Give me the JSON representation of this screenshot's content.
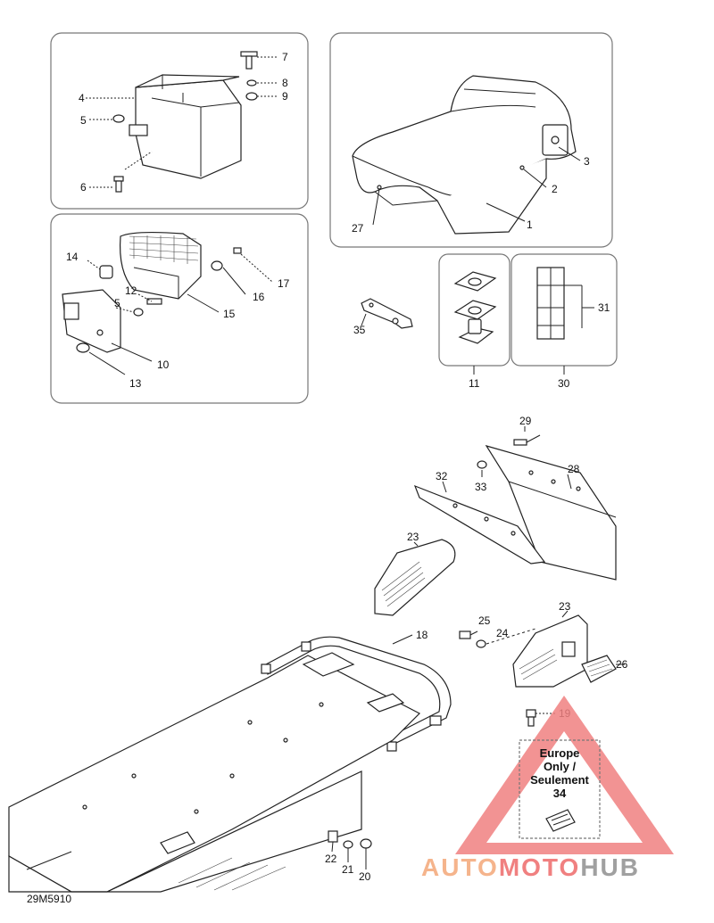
{
  "callouts": {
    "c1": "1",
    "c2": "2",
    "c3": "3",
    "c4": "4",
    "c5a": "5",
    "c5b": "5",
    "c6": "6",
    "c7": "7",
    "c8": "8",
    "c9": "9",
    "c10": "10",
    "c11": "11",
    "c12": "12",
    "c13": "13",
    "c14": "14",
    "c15": "15",
    "c16": "16",
    "c17": "17",
    "c18": "18",
    "c19": "19",
    "c20": "20",
    "c21": "21",
    "c22": "22",
    "c23a": "23",
    "c23b": "23",
    "c24": "24",
    "c25": "25",
    "c26": "26",
    "c27": "27",
    "c28": "28",
    "c29": "29",
    "c30": "30",
    "c31": "31",
    "c32": "32",
    "c33": "33",
    "c35": "35"
  },
  "note": {
    "line1": "Europe",
    "line2": "Only /",
    "line3": "Seulement",
    "line4": "34"
  },
  "figure_code": "29M5910",
  "watermark": {
    "part1": "AUTO",
    "part2": "MOTO",
    "part3": "HUB",
    "color1": "#f5b48c",
    "color2": "#f08080",
    "color3": "#a0a0a0"
  }
}
